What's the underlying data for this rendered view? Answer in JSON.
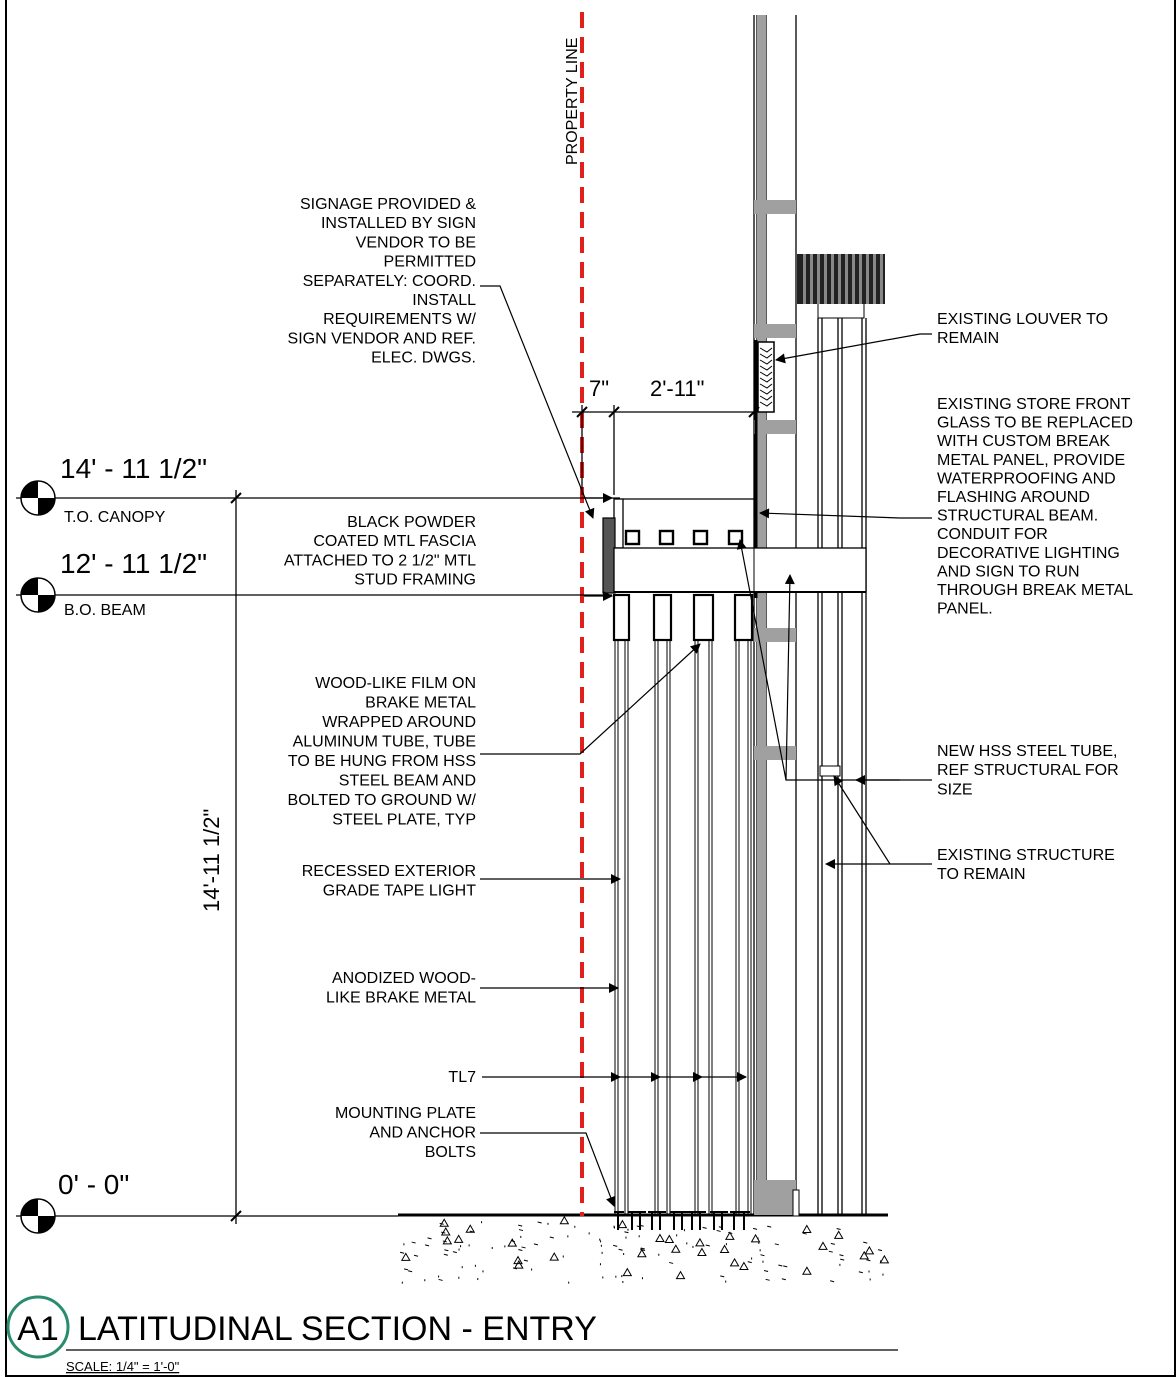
{
  "property_line": "PROPERTY LINE",
  "dimensions": {
    "d7": "7\"",
    "d211": "2'-11\"",
    "height": "14'-11 1/2\""
  },
  "elevations": [
    {
      "value": "14' - 11 1/2\"",
      "label": "T.O. CANOPY"
    },
    {
      "value": "12' - 11 1/2\"",
      "label": "B.O. BEAM"
    },
    {
      "value": "0' - 0\"",
      "label": ""
    }
  ],
  "notes": {
    "signage": [
      "SIGNAGE PROVIDED &",
      "INSTALLED BY SIGN",
      "VENDOR TO BE",
      "PERMITTED",
      "SEPARATELY: COORD.",
      "INSTALL",
      "REQUIREMENTS W/",
      "SIGN VENDOR AND REF.",
      "ELEC. DWGS."
    ],
    "fascia": [
      "BLACK POWDER",
      "COATED MTL FASCIA",
      "ATTACHED TO 2 1/2\" MTL",
      "STUD FRAMING"
    ],
    "woodfilm": [
      "WOOD-LIKE FILM ON",
      "BRAKE METAL",
      "WRAPPED AROUND",
      "ALUMINUM TUBE, TUBE",
      "TO BE HUNG FROM HSS",
      "STEEL BEAM AND",
      "BOLTED TO GROUND W/",
      "STEEL PLATE, TYP"
    ],
    "tapelight": [
      "RECESSED EXTERIOR",
      "GRADE TAPE LIGHT"
    ],
    "anodized": [
      "ANODIZED WOOD-",
      "LIKE BRAKE METAL"
    ],
    "tl7": [
      "TL7"
    ],
    "mounting": [
      "MOUNTING PLATE",
      "AND ANCHOR",
      "BOLTS"
    ],
    "louver": [
      "EXISTING LOUVER TO",
      "REMAIN"
    ],
    "storefront": [
      "EXISTING STORE FRONT",
      "GLASS TO BE REPLACED",
      "WITH CUSTOM BREAK",
      "METAL PANEL, PROVIDE",
      "WATERPROOFING AND",
      "FLASHING AROUND",
      "STRUCTURAL BEAM.",
      "CONDUIT FOR",
      "DECORATIVE LIGHTING",
      "AND SIGN TO RUN",
      "THROUGH BREAK METAL",
      "PANEL."
    ],
    "hss": [
      "NEW HSS STEEL TUBE,",
      "REF STRUCTURAL FOR",
      "SIZE"
    ],
    "structure": [
      "EXISTING STRUCTURE",
      "TO REMAIN"
    ]
  },
  "title_block": {
    "tag": "A1",
    "title": "LATITUDINAL SECTION - ENTRY",
    "scale": "SCALE: 1/4\" = 1'-0\""
  },
  "colors": {
    "property_line": "#e0201b",
    "tag_circle": "#2a8c6e",
    "existing_frame": "#a0a0a0"
  }
}
